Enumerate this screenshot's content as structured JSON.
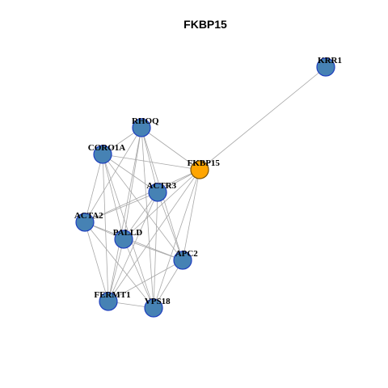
{
  "title": "FKBP15",
  "colors": {
    "node_default": "#4682b4",
    "node_default_border": "#1f3fbf",
    "node_highlight": "#ffa500",
    "node_highlight_border": "#7a5200",
    "edge": "#a8a8a8"
  },
  "graph": {
    "highlight": "FKBP15",
    "nodes": [
      {
        "id": "KRR1",
        "label": "KRR1"
      },
      {
        "id": "RHOQ",
        "label": "RHOQ"
      },
      {
        "id": "CORO1A",
        "label": "CORO1A"
      },
      {
        "id": "FKBP15",
        "label": "FKBP15"
      },
      {
        "id": "ACTR3",
        "label": "ACTR3"
      },
      {
        "id": "ACTA2",
        "label": "ACTA2"
      },
      {
        "id": "PALLD",
        "label": "PALLD"
      },
      {
        "id": "APC2",
        "label": "APC2"
      },
      {
        "id": "FERMT1",
        "label": "FERMT1"
      },
      {
        "id": "VPS18",
        "label": "VPS18"
      }
    ],
    "edges": [
      [
        "KRR1",
        "FKBP15"
      ],
      [
        "RHOQ",
        "CORO1A"
      ],
      [
        "RHOQ",
        "FKBP15"
      ],
      [
        "RHOQ",
        "ACTR3"
      ],
      [
        "RHOQ",
        "ACTA2"
      ],
      [
        "RHOQ",
        "PALLD"
      ],
      [
        "RHOQ",
        "APC2"
      ],
      [
        "RHOQ",
        "FERMT1"
      ],
      [
        "RHOQ",
        "VPS18"
      ],
      [
        "CORO1A",
        "FKBP15"
      ],
      [
        "CORO1A",
        "ACTR3"
      ],
      [
        "CORO1A",
        "ACTA2"
      ],
      [
        "CORO1A",
        "PALLD"
      ],
      [
        "CORO1A",
        "APC2"
      ],
      [
        "CORO1A",
        "FERMT1"
      ],
      [
        "CORO1A",
        "VPS18"
      ],
      [
        "FKBP15",
        "ACTR3"
      ],
      [
        "FKBP15",
        "ACTA2"
      ],
      [
        "FKBP15",
        "PALLD"
      ],
      [
        "FKBP15",
        "APC2"
      ],
      [
        "FKBP15",
        "FERMT1"
      ],
      [
        "FKBP15",
        "VPS18"
      ],
      [
        "ACTR3",
        "ACTA2"
      ],
      [
        "ACTR3",
        "PALLD"
      ],
      [
        "ACTR3",
        "APC2"
      ],
      [
        "ACTR3",
        "FERMT1"
      ],
      [
        "ACTR3",
        "VPS18"
      ],
      [
        "ACTA2",
        "PALLD"
      ],
      [
        "ACTA2",
        "APC2"
      ],
      [
        "ACTA2",
        "FERMT1"
      ],
      [
        "ACTA2",
        "VPS18"
      ],
      [
        "PALLD",
        "APC2"
      ],
      [
        "PALLD",
        "FERMT1"
      ],
      [
        "PALLD",
        "VPS18"
      ],
      [
        "APC2",
        "FERMT1"
      ],
      [
        "APC2",
        "VPS18"
      ],
      [
        "FERMT1",
        "VPS18"
      ]
    ]
  }
}
